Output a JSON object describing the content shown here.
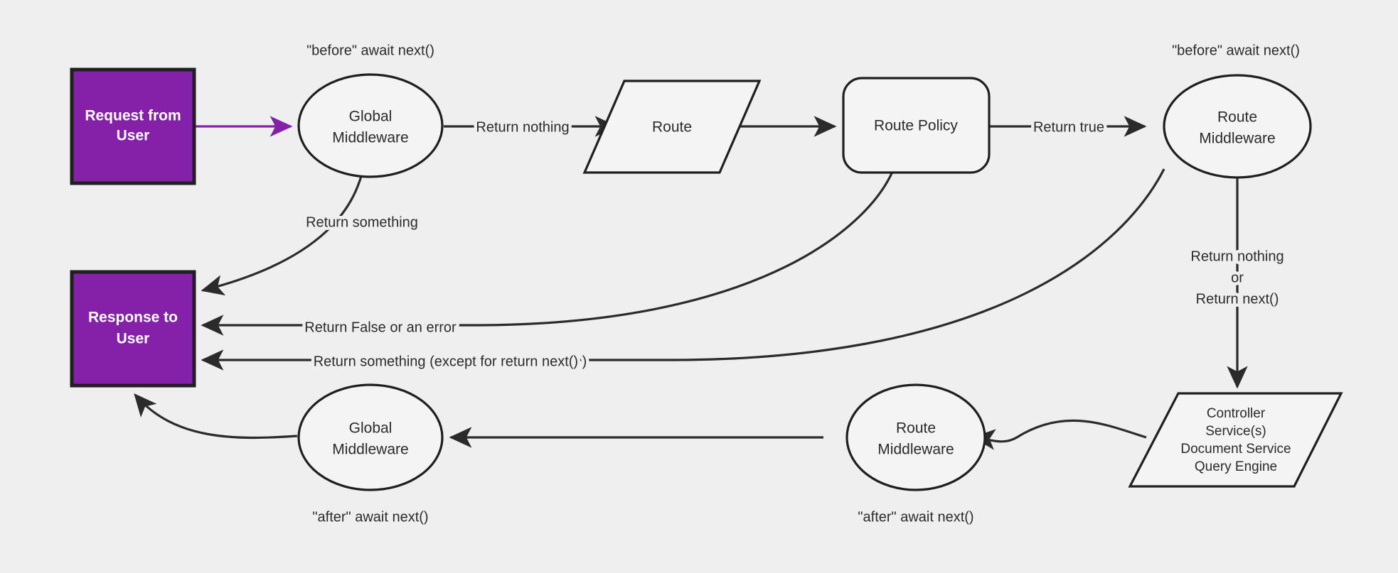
{
  "diagram": {
    "title": "Request / Response middleware pipeline flow",
    "background_color": "#efefef",
    "accent_color": "#8421a8",
    "stroke_color": "#2b2b2b",
    "nodes": {
      "request_from_user": {
        "label_line1": "Request from",
        "label_line2": "User",
        "shape": "rectangle",
        "fill": "#8421a8"
      },
      "response_to_user": {
        "label_line1": "Response to",
        "label_line2": "User",
        "shape": "rectangle",
        "fill": "#8421a8"
      },
      "global_middleware_before": {
        "label_line1": "Global",
        "label_line2": "Middleware",
        "shape": "ellipse"
      },
      "route": {
        "label": "Route",
        "shape": "parallelogram"
      },
      "route_policy": {
        "label": "Route Policy",
        "shape": "rounded-rectangle"
      },
      "route_middleware_before": {
        "label_line1": "Route",
        "label_line2": "Middleware",
        "shape": "ellipse"
      },
      "controller_services": {
        "shape": "parallelogram",
        "lines": [
          "Controller",
          "Service(s)",
          "Document Service",
          "Query Engine"
        ]
      },
      "route_middleware_after": {
        "label_line1": "Route",
        "label_line2": "Middleware",
        "shape": "ellipse"
      },
      "global_middleware_after": {
        "label_line1": "Global",
        "label_line2": "Middleware",
        "shape": "ellipse"
      }
    },
    "annotations": {
      "before_global": "\"before\" await next()",
      "before_route": "\"before\" await next()",
      "after_global": "\"after\" await next()",
      "after_route": "\"after\" await next()"
    },
    "edge_labels": {
      "return_something_global": "Return something",
      "return_nothing": "Return nothing",
      "return_true": "Return true",
      "return_false_or_error": "Return False or an error",
      "return_something_except_next": "Return something (except for return next() )",
      "return_nothing_or_next_line1": "Return nothing",
      "return_nothing_or_next_line2": "or",
      "return_nothing_or_next_line3": "Return next()"
    }
  }
}
